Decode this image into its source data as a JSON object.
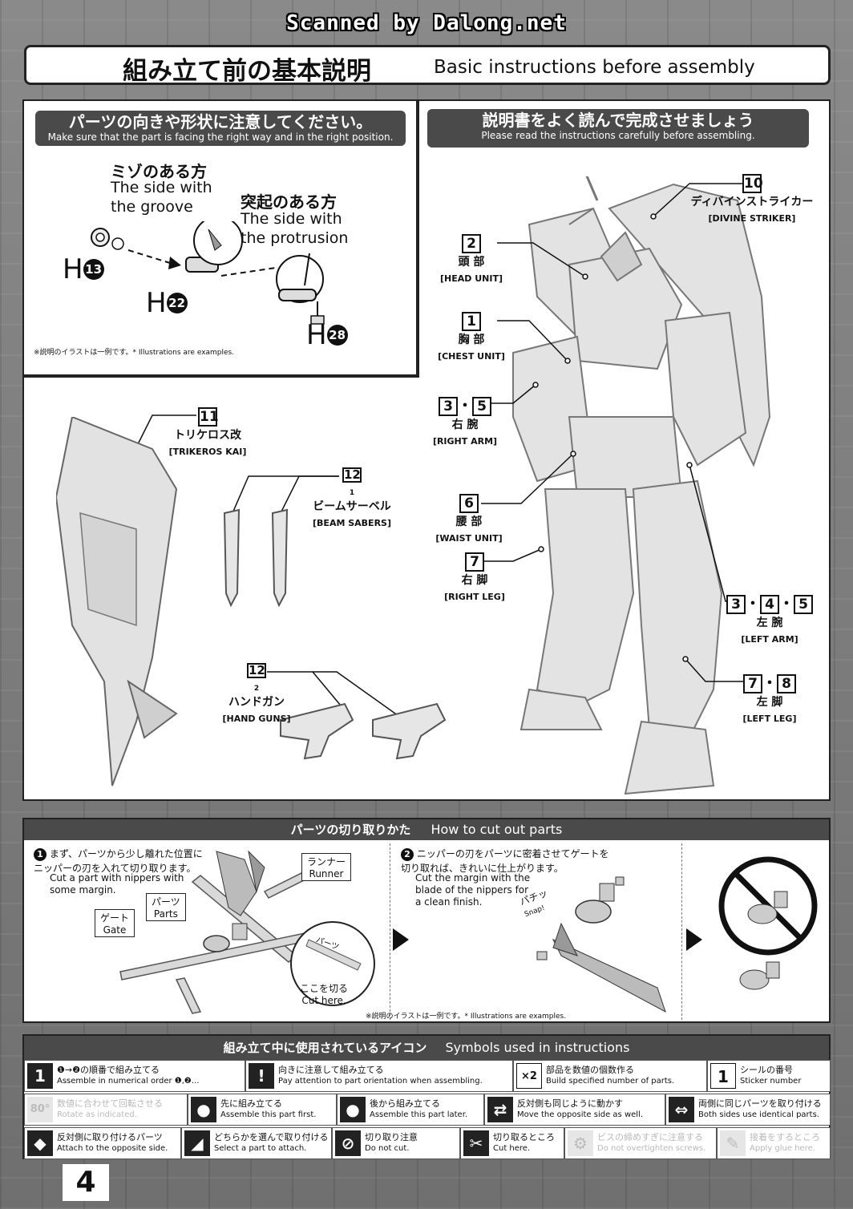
{
  "watermark": "Scanned by Dalong.net",
  "title": {
    "jp": "組み立て前の基本説明",
    "en": "Basic instructions before assembly"
  },
  "orientation_panel": {
    "header_jp": "パーツの向きや形状に注意してください。",
    "header_en": "Make sure that the part is facing the right way and in the right position.",
    "groove_jp": "ミゾのある方",
    "groove_en_1": "The side with",
    "groove_en_2": "the groove",
    "protrusion_jp": "突起のある方",
    "protrusion_en_1": "The side with",
    "protrusion_en_2": "the protrusion",
    "parts": [
      {
        "letter": "H",
        "number": "13"
      },
      {
        "letter": "H",
        "number": "22"
      },
      {
        "letter": "H",
        "number": "28"
      }
    ],
    "note": "※説明のイラストは一例です。* Illustrations are examples."
  },
  "read_panel": {
    "header_jp": "説明書をよく読んで完成させましょう",
    "header_en": "Please read the instructions carefully before assembling."
  },
  "callouts": {
    "divine": {
      "nums": [
        "10"
      ],
      "jp": "ディバインストライカー",
      "en": "[DIVINE STRIKER]"
    },
    "head": {
      "nums": [
        "2"
      ],
      "jp": "頭 部",
      "en": "[HEAD UNIT]"
    },
    "chest": {
      "nums": [
        "1"
      ],
      "jp": "胸 部",
      "en": "[CHEST UNIT]"
    },
    "right_arm": {
      "nums": [
        "3",
        "5"
      ],
      "jp": "右 腕",
      "en": "[RIGHT ARM]"
    },
    "waist": {
      "nums": [
        "6"
      ],
      "jp": "腰 部",
      "en": "[WAIST UNIT]"
    },
    "right_leg": {
      "nums": [
        "7"
      ],
      "jp": "右 脚",
      "en": "[RIGHT LEG]"
    },
    "left_arm": {
      "nums": [
        "3",
        "4",
        "5"
      ],
      "jp": "左 腕",
      "en": "[LEFT ARM]"
    },
    "left_leg": {
      "nums": [
        "7",
        "8"
      ],
      "jp": "左 脚",
      "en": "[LEFT LEG]"
    },
    "trikeros": {
      "nums": [
        "11"
      ],
      "jp": "トリケロス改",
      "en": "[TRIKEROS KAI]"
    },
    "beam": {
      "nums": [
        "12"
      ],
      "sub": "1",
      "jp": "ビームサーベル",
      "en": "[BEAM SABERS]"
    },
    "handgun": {
      "nums": [
        "12"
      ],
      "sub": "2",
      "jp": "ハンドガン",
      "en": "[HAND GUNS]"
    }
  },
  "cut_panel": {
    "header_jp": "パーツの切り取りかた",
    "header_en": "How to cut out parts",
    "step1_num": "1",
    "step1_jp_1": "まず、パーツから少し離れた位置に",
    "step1_jp_2": "ニッパーの刃を入れて切り取ります。",
    "step1_en_1": "Cut a part with nippers with",
    "step1_en_2": "some margin.",
    "runner_jp": "ランナー",
    "runner_en": "Runner",
    "parts_jp": "パーツ",
    "parts_en": "Parts",
    "gate_jp": "ゲート",
    "gate_en": "Gate",
    "cut_here_jp": "ここを切る",
    "cut_here_en": "Cut here.",
    "step2_num": "2",
    "step2_jp_1": "ニッパーの刃をパーツに密着させてゲートを",
    "step2_jp_2": "切り取れば、きれいに仕上がります。",
    "step2_en_1": "Cut the margin with the",
    "step2_en_2": "blade of the nippers for",
    "step2_en_3": "a clean finish.",
    "snap_jp": "パチッ",
    "snap_en": "Snap!",
    "note": "※説明のイラストは一例です。* Illustrations are examples."
  },
  "symbols": {
    "header_jp": "組み立て中に使用されているアイコン",
    "header_en": "Symbols used in instructions",
    "rows": [
      [
        {
          "icon": "1",
          "jp": "❶→❷の順番で組み立てる",
          "en": "Assemble in numerical order ❶,❷...",
          "faded": false
        },
        {
          "icon": "!",
          "jp": "向きに注意して組み立てる",
          "en": "Pay attention to part orientation when assembling.",
          "faded": false
        },
        {
          "icon": "×2",
          "jp": "部品を数値の個数作る",
          "en": "Build specified number of parts.",
          "faded": false
        },
        {
          "icon": "1",
          "jp": "シールの番号",
          "en": "Sticker number",
          "faded": false
        }
      ],
      [
        {
          "icon": "80°",
          "jp": "数値に合わせて回転させる",
          "en": "Rotate as indicated.",
          "faded": true
        },
        {
          "icon": "●",
          "jp": "先に組み立てる",
          "en": "Assemble this part first.",
          "faded": false
        },
        {
          "icon": "●",
          "jp": "後から組み立てる",
          "en": "Assemble this part later.",
          "faded": false
        },
        {
          "icon": "⇄",
          "jp": "反対側も同じように動かす",
          "en": "Move the opposite side as well.",
          "faded": false
        },
        {
          "icon": "⇔",
          "jp": "両側に同じパーツを取り付ける",
          "en": "Both sides use identical parts.",
          "faded": false
        }
      ],
      [
        {
          "icon": "◆",
          "jp": "反対側に取り付けるパーツ",
          "en": "Attach to the opposite side.",
          "faded": false
        },
        {
          "icon": "◢",
          "jp": "どちらかを選んで取り付ける",
          "en": "Select a part to attach.",
          "faded": false
        },
        {
          "icon": "⊘",
          "jp": "切り取り注意",
          "en": "Do not cut.",
          "faded": false
        },
        {
          "icon": "✂",
          "jp": "切り取るところ",
          "en": "Cut here.",
          "faded": false
        },
        {
          "icon": "⚙",
          "jp": "ビスの締めすぎに注意する",
          "en": "Do not overtighten screws.",
          "faded": true
        },
        {
          "icon": "✎",
          "jp": "接着をするところ",
          "en": "Apply glue here.",
          "faded": true
        }
      ]
    ]
  },
  "page_number": "4"
}
